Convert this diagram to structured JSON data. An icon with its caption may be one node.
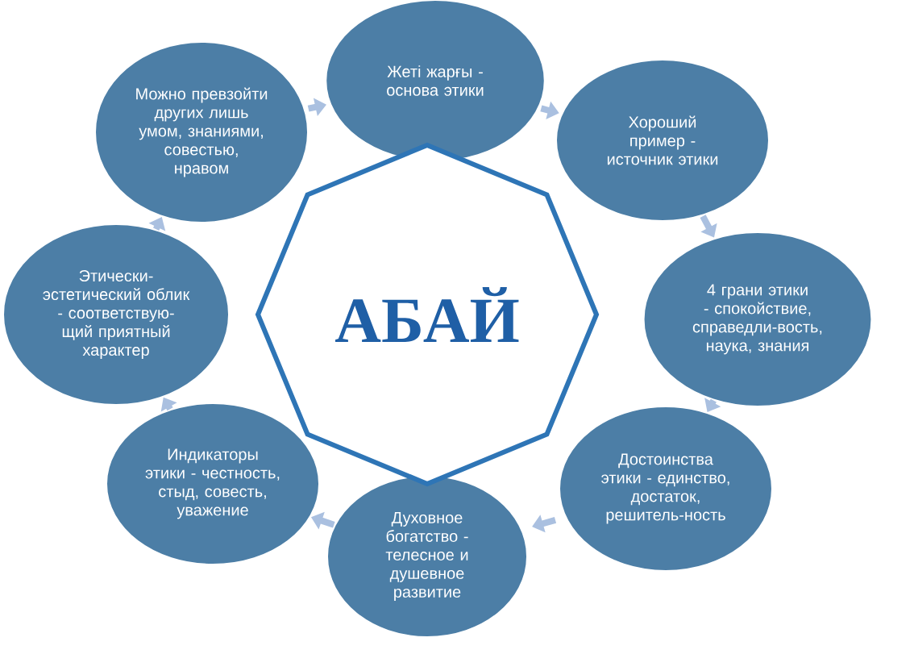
{
  "diagram": {
    "nodes": [
      {
        "text": [
          "Жеті жарғы - основа этики"
        ]
      },
      {
        "text": [
          "Хороший пример - источник этики"
        ]
      },
      {
        "text": [
          "4 грани  этики - спокойствие, справедли-вость, наука, знания"
        ]
      },
      {
        "text": [
          "Достоинства этики - единство, достаток, решитель-ность"
        ]
      },
      {
        "text": [
          "Духовное богатство - телесное и душевное развитие"
        ]
      },
      {
        "text": [
          "Индикаторы этики - честность, стыд, совесть, уважение"
        ]
      },
      {
        "text": [
          "Этически-эстетический облик - соответствую-щий приятный характер"
        ]
      },
      {
        "text": [
          "Можно превзойти других лишь умом, знаниями, совестью, нравом"
        ]
      },
      {
        "text": [
          "АБАЙ"
        ]
      }
    ],
    "edges": [
      {
        "from": 0,
        "to": 1,
        "arrow": "to"
      },
      {
        "from": 1,
        "to": 2,
        "arrow": "to"
      },
      {
        "from": 2,
        "to": 3,
        "arrow": "to"
      },
      {
        "from": 3,
        "to": 4,
        "arrow": "to"
      },
      {
        "from": 4,
        "to": 5,
        "arrow": "to"
      },
      {
        "from": 5,
        "to": 6,
        "arrow": "to"
      },
      {
        "from": 6,
        "to": 7,
        "arrow": "to"
      },
      {
        "from": 7,
        "to": 0,
        "arrow": "to"
      }
    ]
  }
}
